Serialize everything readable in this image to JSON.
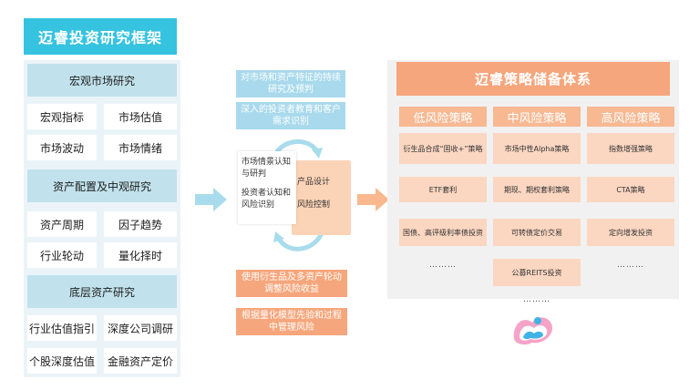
{
  "left": {
    "title": "迈睿投资研究框架",
    "sections": [
      {
        "header": "宏观市场研究",
        "cells": [
          "宏观指标",
          "市场估值",
          "市场波动",
          "市场情绪"
        ]
      },
      {
        "header": "资产配置及中观研究",
        "cells": [
          "资产周期",
          "因子趋势",
          "行业轮动",
          "量化择时"
        ]
      },
      {
        "header": "底层资产研究",
        "cells": [
          "行业估值指引",
          "深度公司调研",
          "个股深度估值",
          "金融资产定价"
        ]
      }
    ]
  },
  "middle": {
    "top_notes": [
      "对市场和资产特征的持续研究及预判",
      "深入的投资者教育和客户需求识别"
    ],
    "flow_left": [
      "市场情景认知与研判",
      "投资者认知和风险识别"
    ],
    "flow_right": [
      "产品设计",
      "风险控制"
    ],
    "bottom_notes": [
      "使用衍生品及多资产轮动调整风险收益",
      "根据量化模型先验和过程中管理风险"
    ]
  },
  "right": {
    "title": "迈睿策略储备体系",
    "columns": [
      {
        "header": "低风险策略",
        "items": [
          "衍生品合成“固收+”策略",
          "ETF套利",
          "国债、高评级利率债投资"
        ],
        "more": "………"
      },
      {
        "header": "中风险策略",
        "items": [
          "市场中性Alpha策略",
          "期现、期权套利策略",
          "可转债定价交易",
          "公募REITS投资"
        ],
        "more": "………"
      },
      {
        "header": "高风险策略",
        "items": [
          "指数增强策略",
          "CTA策略",
          "定向增发投资"
        ],
        "more": "………"
      }
    ]
  },
  "colors": {
    "left_title_bg": "#36c3df",
    "left_header_bg": "#c1e2ec",
    "left_panel_bg": "#eaf4f8",
    "mid_blue": "#a8d9ec",
    "mid_orange": "#f6a67c",
    "flow_box_bg": "#fbd3b6",
    "right_title_bg": "#f6a67c",
    "risk_header_bg": "#f7b892",
    "strategy_bg": "#fbd6c1",
    "arrow_blue": "#a8dcec",
    "arrow_orange": "#f9b88e"
  },
  "icons": [
    "logo-icon",
    "cycle-arrow-top-icon",
    "cycle-arrow-bottom-icon",
    "flow-arrow-blue-icon",
    "flow-arrow-orange-icon"
  ]
}
